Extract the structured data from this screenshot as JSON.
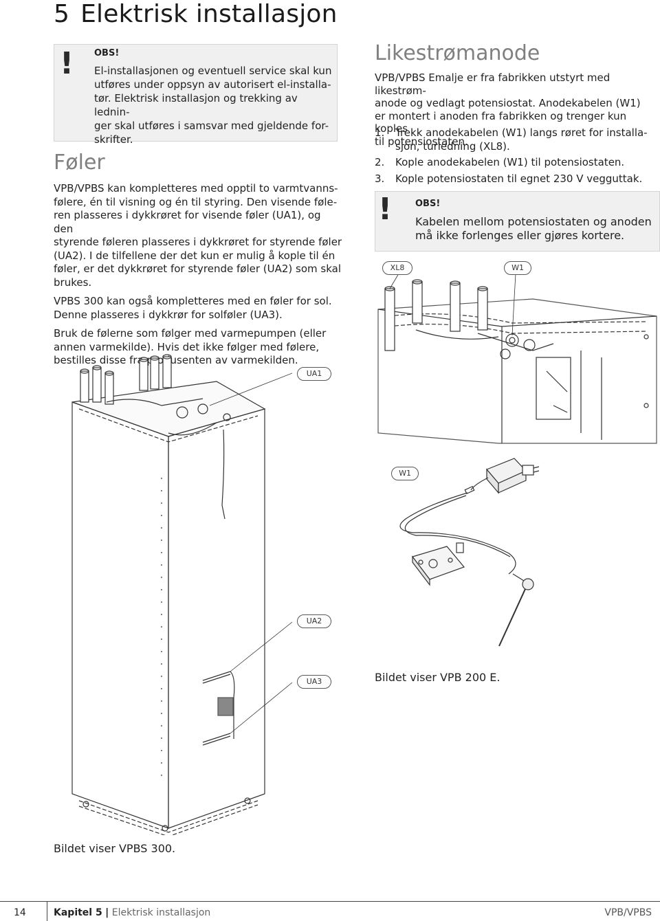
{
  "chapter": {
    "number": "5",
    "title": "Elektrisk installasjon"
  },
  "left_note": {
    "label": "OBS!",
    "lines": [
      "El-installasjonen og eventuell service skal kun",
      "utføres under oppsyn av autorisert el-installa-",
      "tør. Elektrisk installasjon og trekking av lednin-",
      "ger skal utføres i samsvar med gjeldende for-",
      "skrifter."
    ]
  },
  "foler": {
    "title": "Føler",
    "paragraphs": [
      [
        "VPB/VPBS kan kompletteres med opptil to varmtvanns-",
        "følere, én til visning og én til styring. Den visende føle-",
        "ren plasseres i dykkrøret for visende føler (UA1), og den",
        "styrende føleren plasseres i dykkrøret for styrende føler",
        "(UA2). I de tilfellene der det kun er mulig å kople til én",
        "føler, er det dykkrøret for styrende føler (UA2) som skal",
        "brukes."
      ],
      [
        "VPBS 300 kan også kompletteres med en føler for sol.",
        "Denne plasseres i dykkrør for solføler (UA3)."
      ],
      [
        "Bruk de følerne som følger med varmepumpen (eller",
        "annen varmekilde). Hvis det ikke følger med følere,",
        "bestilles disse fra produsenten av varmekilden."
      ]
    ]
  },
  "likestrom": {
    "title": "Likestrømanode",
    "intro": [
      "VPB/VPBS Emalje er fra fabrikken utstyrt med likestrøm-",
      "anode og vedlagt potensiostat. Anodekabelen (W1)",
      "er montert i anoden fra fabrikken og trenger kun koples",
      "til potensiostaten."
    ],
    "steps": [
      {
        "num": "1.",
        "lines": [
          "Trekk anodekabelen (W1) langs røret for installa-",
          "sjon, turledning (XL8)."
        ]
      },
      {
        "num": "2.",
        "lines": [
          "Kople anodekabelen (W1) til potensiostaten."
        ]
      },
      {
        "num": "3.",
        "lines": [
          "Kople potensiostaten til egnet 230 V vegguttak."
        ]
      }
    ]
  },
  "right_note": {
    "label": "OBS!",
    "lines": [
      "Kabelen mellom potensiostaten og anoden",
      "må ikke forlenges eller gjøres kortere."
    ]
  },
  "callouts": {
    "xl8": "XL8",
    "w1_top": "W1",
    "ua1": "UA1",
    "w1_mid": "W1",
    "ua2": "UA2",
    "ua3": "UA3"
  },
  "captions": {
    "right": "Bildet viser VPB 200 E.",
    "left": "Bildet viser VPBS 300."
  },
  "footer": {
    "page": "14",
    "chapter_label": "Kapitel 5",
    "separator": "|",
    "section": "Elektrisk installasjon",
    "product": "VPB/VPBS"
  },
  "colors": {
    "heading_grey": "#808080",
    "note_bg": "#f0f0f0"
  }
}
